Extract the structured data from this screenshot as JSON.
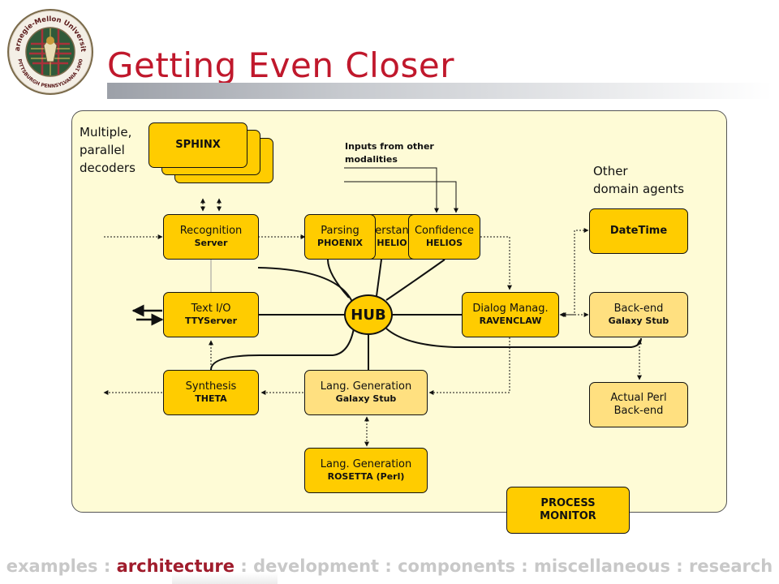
{
  "logo": {
    "name": "Carnegie Mellon University seal",
    "text_top": "Carnegie-Mellon University",
    "text_bottom": "PITTSBURGH PENNSYLVANIA 1900"
  },
  "title": "Getting Even Closer",
  "labels": {
    "multiple_1": "Multiple,",
    "multiple_2": "parallel",
    "multiple_3": "decoders",
    "inputs_1": "Inputs from other",
    "inputs_2": "modalities",
    "other_1": "Other",
    "other_2": "domain agents"
  },
  "nodes": {
    "sphinx": "SPHINX",
    "recognition": {
      "title": "Recognition",
      "sub": "Server"
    },
    "parsing": {
      "title": "Parsing",
      "sub": "PHOENIX"
    },
    "understanding": {
      "title": "erstan",
      "sub": "HELIO"
    },
    "confidence": {
      "title": "Confidence",
      "sub": "HELIOS"
    },
    "datetime": "DateTime",
    "textio": {
      "title": "Text I/O",
      "sub": "TTYServer"
    },
    "hub": "HUB",
    "dialog": {
      "title": "Dialog Manag.",
      "sub": "RAVENCLAW"
    },
    "backend": {
      "title": "Back-end",
      "sub": "Galaxy Stub"
    },
    "synthesis": {
      "title": "Synthesis",
      "sub": "THETA"
    },
    "langgen1": {
      "title": "Lang. Generation",
      "sub": "Galaxy Stub"
    },
    "perl": {
      "line1": "Actual Perl",
      "line2": "Back-end"
    },
    "langgen2": {
      "title": "Lang. Generation",
      "sub": "ROSETTA (Perl)"
    },
    "monitor": {
      "line1": "PROCESS",
      "line2": "MONITOR"
    }
  },
  "footer": {
    "items": [
      "examples",
      "architecture",
      "development",
      "components",
      "miscellaneous",
      "research"
    ],
    "separator": " : ",
    "active": "architecture"
  },
  "colors": {
    "title": "#c0182c",
    "panel": "#fefbd6",
    "node_dark": "#ffcc00",
    "node_light": "#ffe080",
    "footer_inactive": "#c8c8c8",
    "footer_active": "#a01c2c"
  }
}
